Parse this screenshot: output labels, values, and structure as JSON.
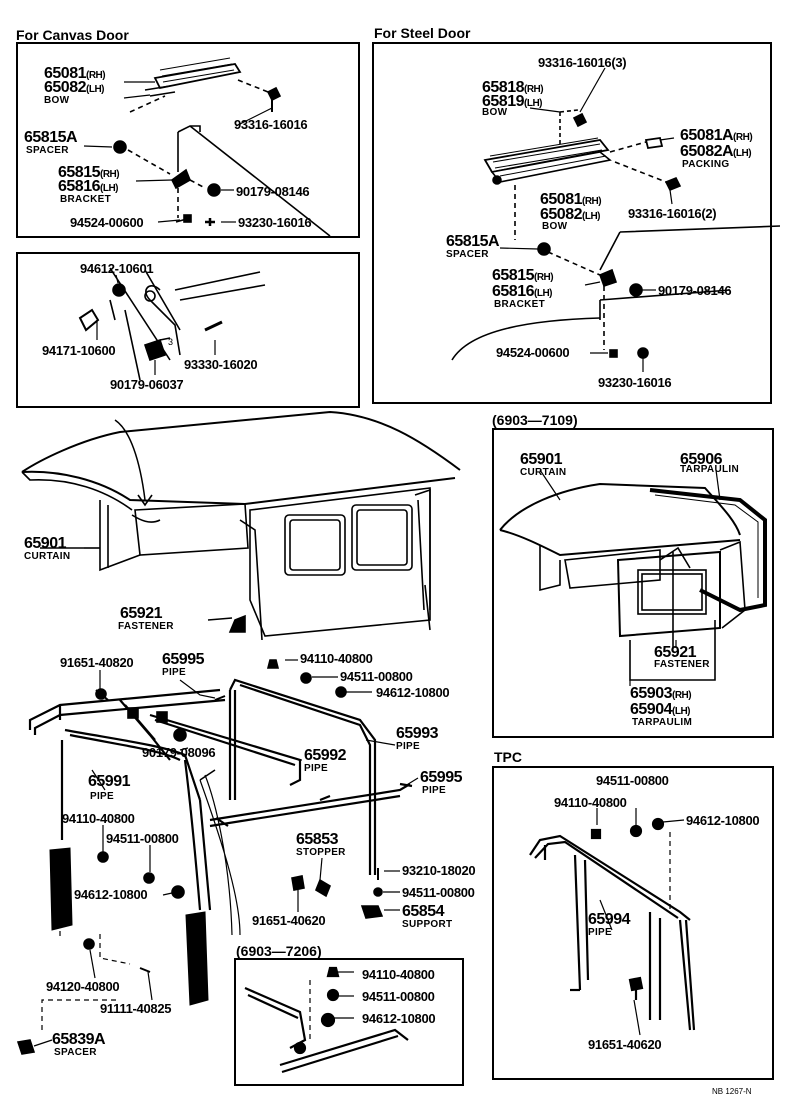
{
  "headers": {
    "canvas_door": "For Canvas Door",
    "steel_door": "For Steel Door",
    "curtain_variant": "(6903—7109)",
    "tpc": "TPC",
    "pipe_variant": "(6903—7206)"
  },
  "canvas_door": {
    "bow_rh": "65081",
    "bow_rh_sfx": "(RH)",
    "bow_lh": "65082",
    "bow_lh_sfx": "(LH)",
    "bow_name": "BOW",
    "bolt": "93316-16016",
    "spacer": "65815A",
    "spacer_name": "SPACER",
    "bracket_rh": "65815",
    "bracket_rh_sfx": "(RH)",
    "bracket_lh": "65816",
    "bracket_lh_sfx": "(LH)",
    "bracket_name": "BRACKET",
    "nut": "90179-08146",
    "washer": "94524-00600",
    "screw": "93230-16016"
  },
  "steel_door": {
    "bolt_top": "93316-16016(3)",
    "bow_rh": "65818",
    "bow_rh_sfx": "(RH)",
    "bow_lh": "65819",
    "bow_lh_sfx": "(LH)",
    "bow_name": "BOW",
    "packing_rh": "65081A",
    "packing_rh_sfx": "(RH)",
    "packing_lh": "65082A",
    "packing_lh_sfx": "(LH)",
    "packing_name": "PACKING",
    "bow2_rh": "65081",
    "bow2_rh_sfx": "(RH)",
    "bow2_lh": "65082",
    "bow2_lh_sfx": "(LH)",
    "bow2_name": "BOW",
    "bolt2": "93316-16016(2)",
    "spacer": "65815A",
    "spacer_name": "SPACER",
    "bracket_rh": "65815",
    "bracket_rh_sfx": "(RH)",
    "bracket_lh": "65816",
    "bracket_lh_sfx": "(LH)",
    "bracket_name": "BRACKET",
    "nut": "90179-08146",
    "washer": "94524-00600",
    "screw": "93230-16016"
  },
  "bracket_detail": {
    "p1": "94612-10601",
    "p2": "94171-10600",
    "p3": "93330-16020",
    "p4": "90179-06037"
  },
  "main": {
    "curtain": "65901",
    "curtain_name": "CURTAIN",
    "fastener": "65921",
    "fastener_name": "FASTENER"
  },
  "curtain_variant": {
    "curtain": "65901",
    "curtain_name": "CURTAIN",
    "tarpaulin": "65906",
    "tarpaulin_name": "TARPAULIN",
    "fastener": "65921",
    "fastener_name": "FASTENER",
    "tarp_rh": "65903",
    "tarp_rh_sfx": "(RH)",
    "tarp_lh": "65904",
    "tarp_lh_sfx": "(LH)",
    "tarp_name": "TARPAULIM"
  },
  "pipe_frame": {
    "bolt_a": "91651-40820",
    "pipe_a": "65995",
    "pipe_a_name": "PIPE",
    "nut_a": "94110-40800",
    "washer_a": "94511-00800",
    "spring_a": "94612-10800",
    "pipe_b": "65993",
    "pipe_b_name": "PIPE",
    "nut_b": "90179-08096",
    "pipe_c": "65992",
    "pipe_c_name": "PIPE",
    "pipe_d": "65995",
    "pipe_d_name": "PIPE",
    "pipe_e": "65991",
    "pipe_e_name": "PIPE",
    "nut_c": "94110-40800",
    "washer_c": "94511-00800",
    "spring_c": "94612-10800",
    "stopper": "65853",
    "stopper_name": "STOPPER",
    "screw_s": "93210-18020",
    "washer_s": "94511-00800",
    "support": "65854",
    "support_name": "SUPPORT",
    "bolt_s": "91651-40620",
    "nut_d": "94120-40800",
    "bolt_d": "91111-40825",
    "spacer": "65839A",
    "spacer_name": "SPACER"
  },
  "pipe_variant": {
    "nut": "94110-40800",
    "washer": "94511-00800",
    "spring": "94612-10800"
  },
  "tpc": {
    "washer": "94511-00800",
    "nut": "94110-40800",
    "spring": "94612-10800",
    "pipe": "65994",
    "pipe_name": "PIPE",
    "bolt": "91651-40620"
  },
  "footer_code": "NB 1267-N"
}
